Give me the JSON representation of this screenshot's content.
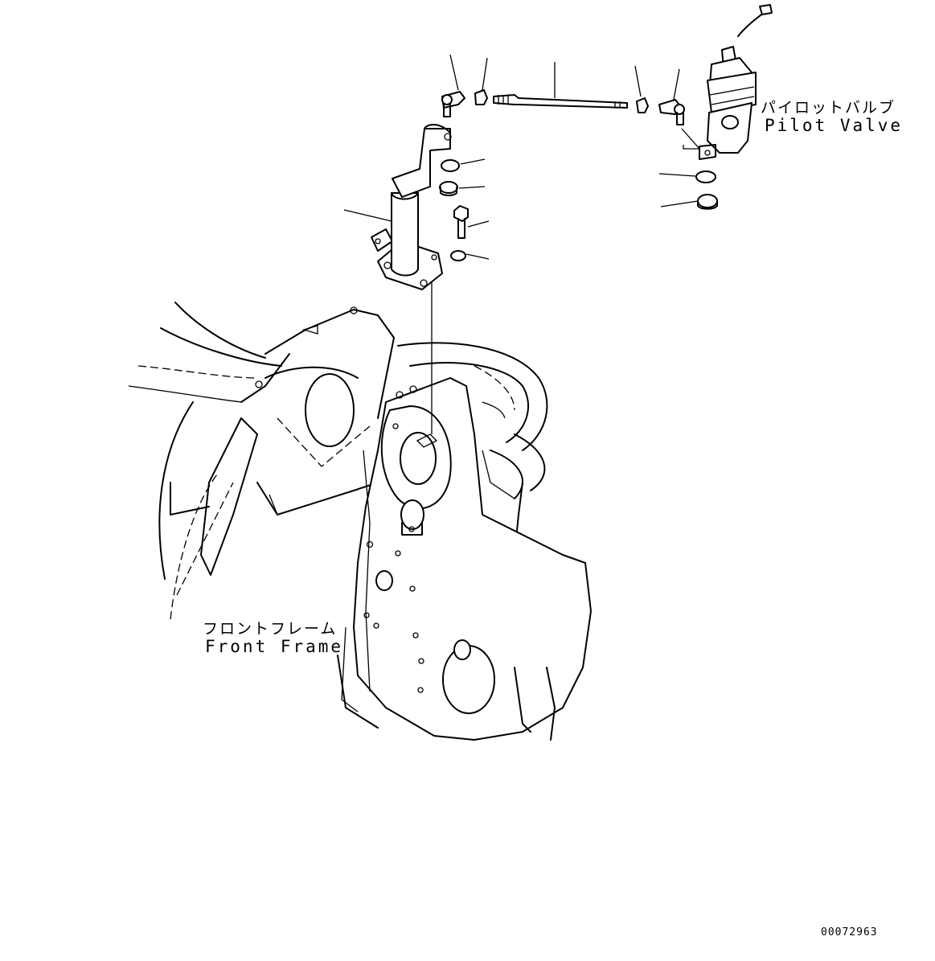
{
  "labels": {
    "pilot_valve_jp": "パイロットバルブ",
    "pilot_valve_en": "Pilot Valve",
    "front_frame_jp": "フロントフレーム",
    "front_frame_en": "Front Frame",
    "drawing_code": "00072963"
  }
}
